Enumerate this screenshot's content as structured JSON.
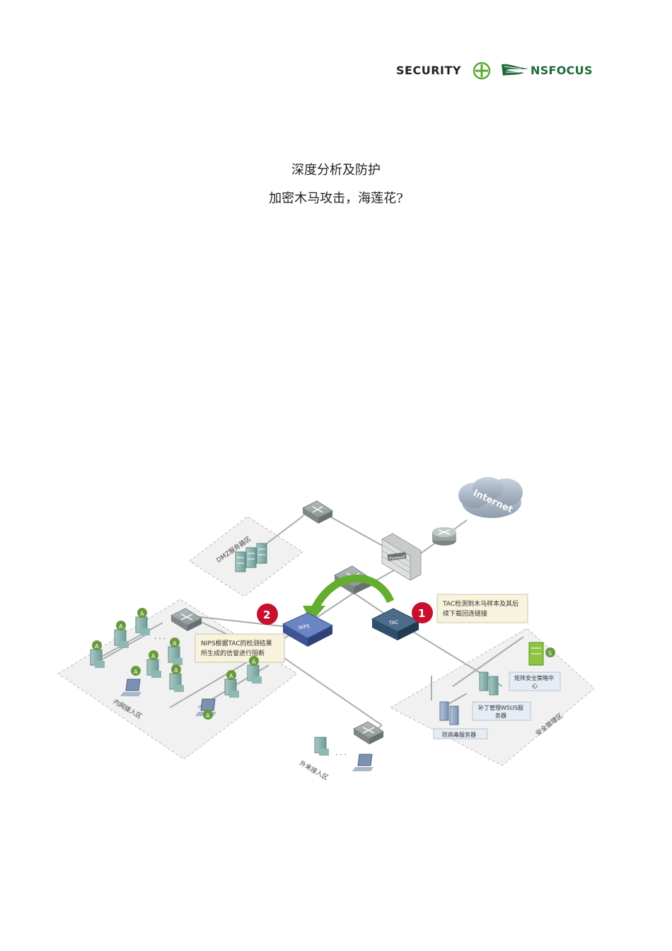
{
  "header": {
    "logo_security": "SECURITY",
    "logo_nsfocus": "NSFOCUS"
  },
  "document": {
    "heading_1": "深度分析及防护",
    "heading_2": "加密木马攻击，海莲花?"
  },
  "diagram": {
    "internet_label": "Internet",
    "firewall_label": "Firewall",
    "nips_label": "NIPS",
    "tac_label": "TAC",
    "step_1_number": "1",
    "step_2_number": "2",
    "callout_tac_line1": "TAC检测到木马样本及其后",
    "callout_tac_line2": "续下载回连链接",
    "callout_nips_line1": "NIPS根据TAC的检测结果",
    "callout_nips_line2": "所生成的信誉进行阻断",
    "zone_dmz": "DMZ服务器区",
    "zone_intranet": "内网接入区",
    "zone_external": "外来接入区",
    "zone_security": "安全管理区",
    "label_antivirus": "防病毒服务器",
    "label_wsus_line1": "补丁管理WSUS服",
    "label_wsus_line2": "务器",
    "label_policy_line1": "矩阵安全策略中",
    "label_policy_line2": "心",
    "agent_icon_letter": "A",
    "policy_icon_letter": "S",
    "ellipsis": "· · ·",
    "colors": {
      "nsfocus_green": "#1d6a3a",
      "plus_green": "#5aa832",
      "arrow_green": "#63ad2f",
      "badge_red": "#c8102e",
      "tac_blue": "#2f4f6e",
      "nips_blue": "#4a63a8",
      "agent_green": "#6a9a3c",
      "server_teal": "#8fb8b3",
      "zone_fill": "#f1f1f1"
    }
  }
}
